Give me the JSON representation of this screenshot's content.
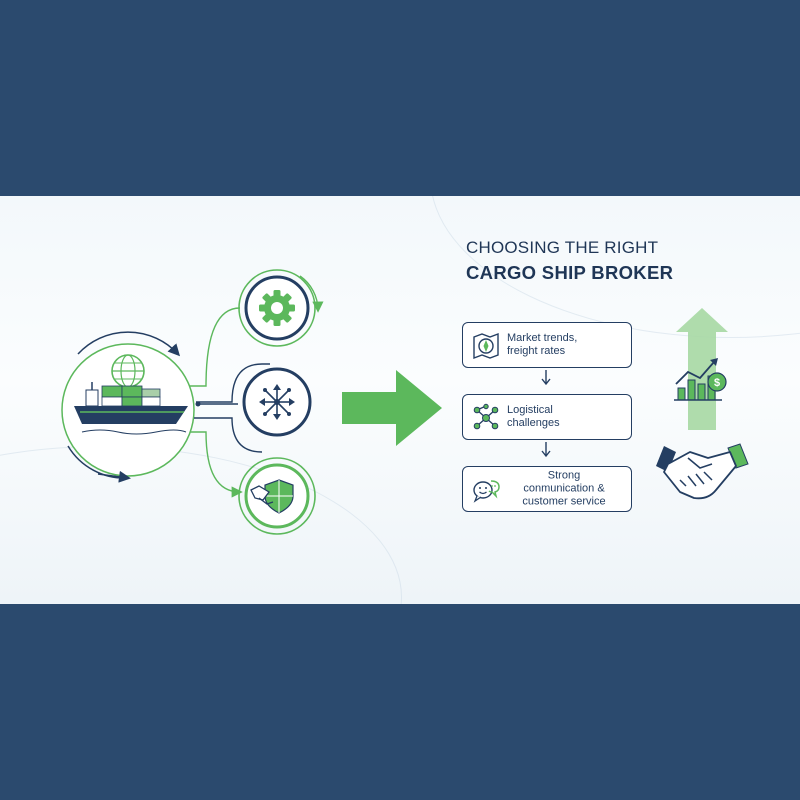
{
  "title": {
    "line1": "CHOOSING THE RIGHT",
    "line2": "CARGO SHIP BROKER"
  },
  "steps": [
    {
      "label": "Market trends,\nfreight rates",
      "icon": "market-compass-icon"
    },
    {
      "label": "Logistical\nchallenges",
      "icon": "network-nodes-icon"
    },
    {
      "label": "Strong\nconmunication &\ncustomer service",
      "icon": "chat-bubbles-icon"
    }
  ],
  "circles": [
    {
      "icon": "gear-icon"
    },
    {
      "icon": "expand-arrows-icon"
    },
    {
      "icon": "handshake-shield-icon"
    }
  ],
  "colors": {
    "navy": "#243e62",
    "green": "#5cb85c",
    "band": "#2b4a6e"
  }
}
